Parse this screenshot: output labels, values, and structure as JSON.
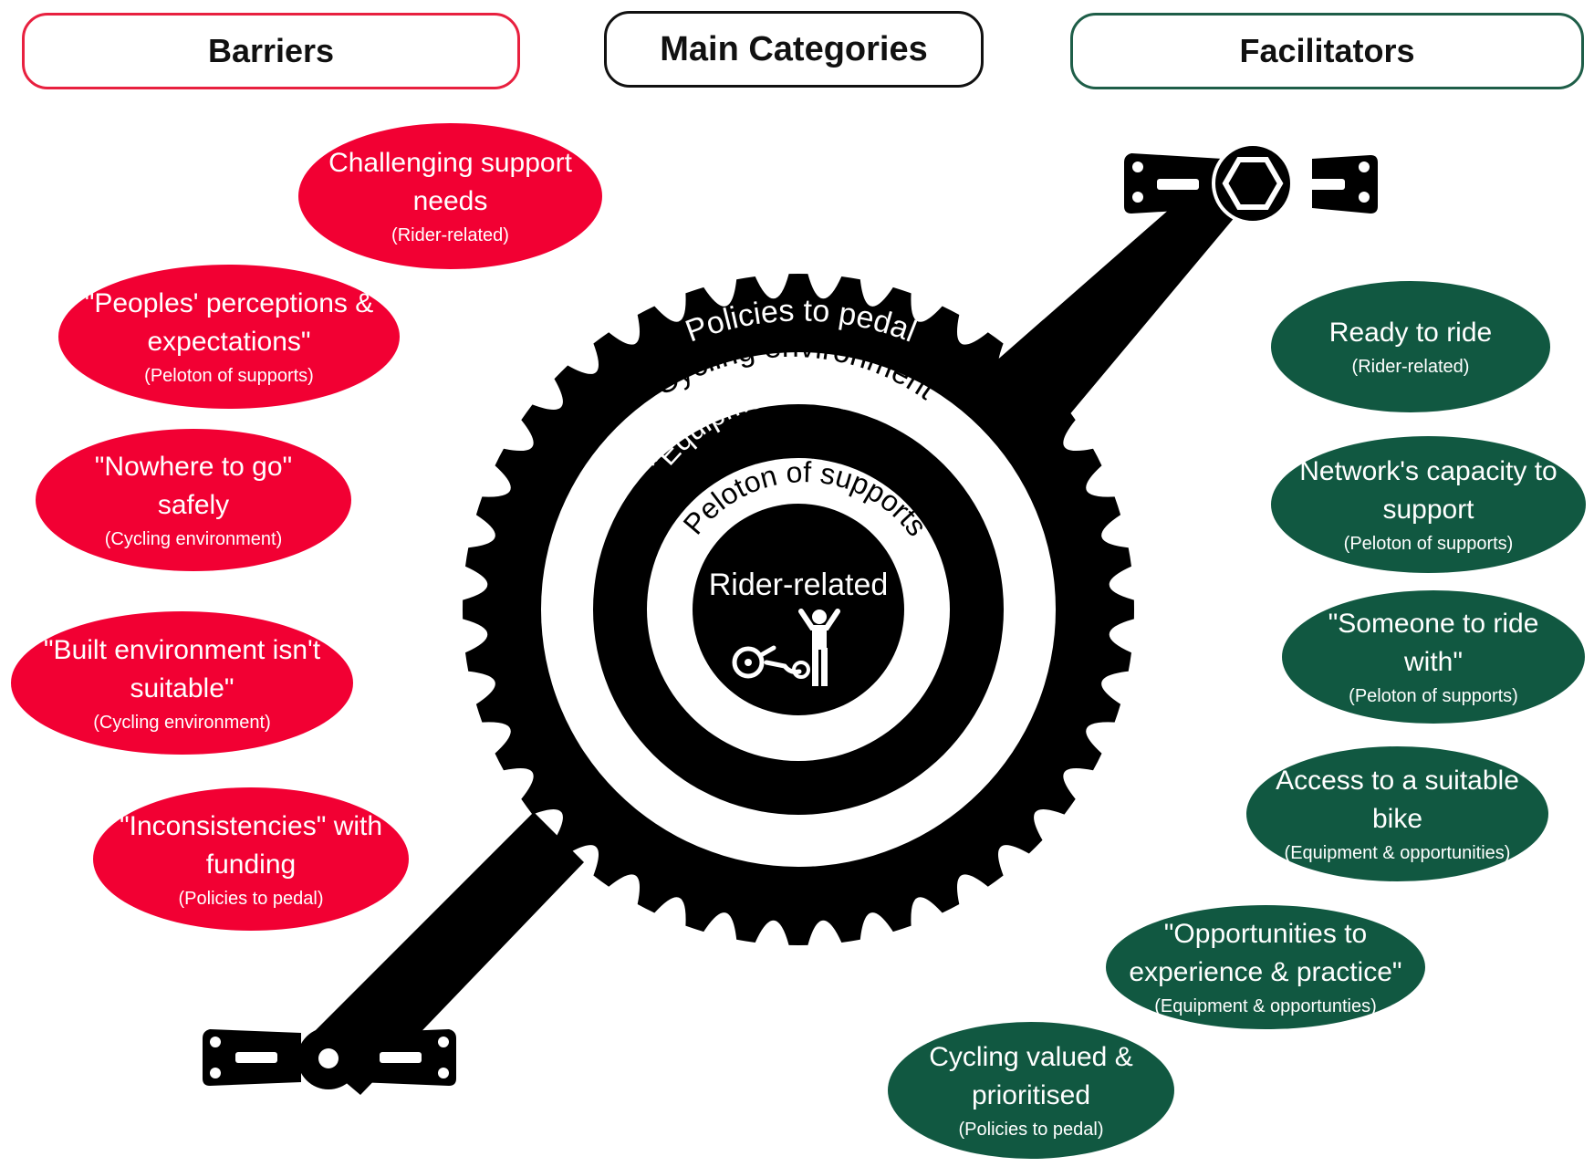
{
  "headers": {
    "barriers": "Barriers",
    "main": "Main Categories",
    "facilitators": "Facilitators"
  },
  "rings": {
    "outer": "Policies to pedal",
    "second": "Cycling environment",
    "third": "\"Equipment & opportunities\"",
    "fourth": "Peloton of supports",
    "center": "Rider-related"
  },
  "barriers": [
    {
      "label": "Challenging support needs",
      "category": "(Rider-related)"
    },
    {
      "label": "\"Peoples' perceptions & expectations\"",
      "category": "(Peloton of supports)"
    },
    {
      "label": "\"Nowhere to go\" safely",
      "category": "(Cycling environment)"
    },
    {
      "label": "\"Built environment isn't suitable\"",
      "category": "(Cycling environment)"
    },
    {
      "label": "\"Inconsistencies\" with funding",
      "category": "(Policies to pedal)"
    }
  ],
  "facilitators": [
    {
      "label": "Ready to ride",
      "category": "(Rider-related)"
    },
    {
      "label": "Network's capacity to support",
      "category": "(Peloton of supports)"
    },
    {
      "label": "\"Someone to ride with\"",
      "category": "(Peloton of supports)"
    },
    {
      "label": "Access to a suitable bike",
      "category": "(Equipment & opportunities)"
    },
    {
      "label": "\"Opportunities to experience & practice\"",
      "category": "(Equipment & opportunties)"
    },
    {
      "label": "Cycling valued & prioritised",
      "category": "(Policies to pedal)"
    }
  ],
  "colors": {
    "barrier": "#f20033",
    "facilitator": "#115841",
    "gear": "#000000"
  }
}
